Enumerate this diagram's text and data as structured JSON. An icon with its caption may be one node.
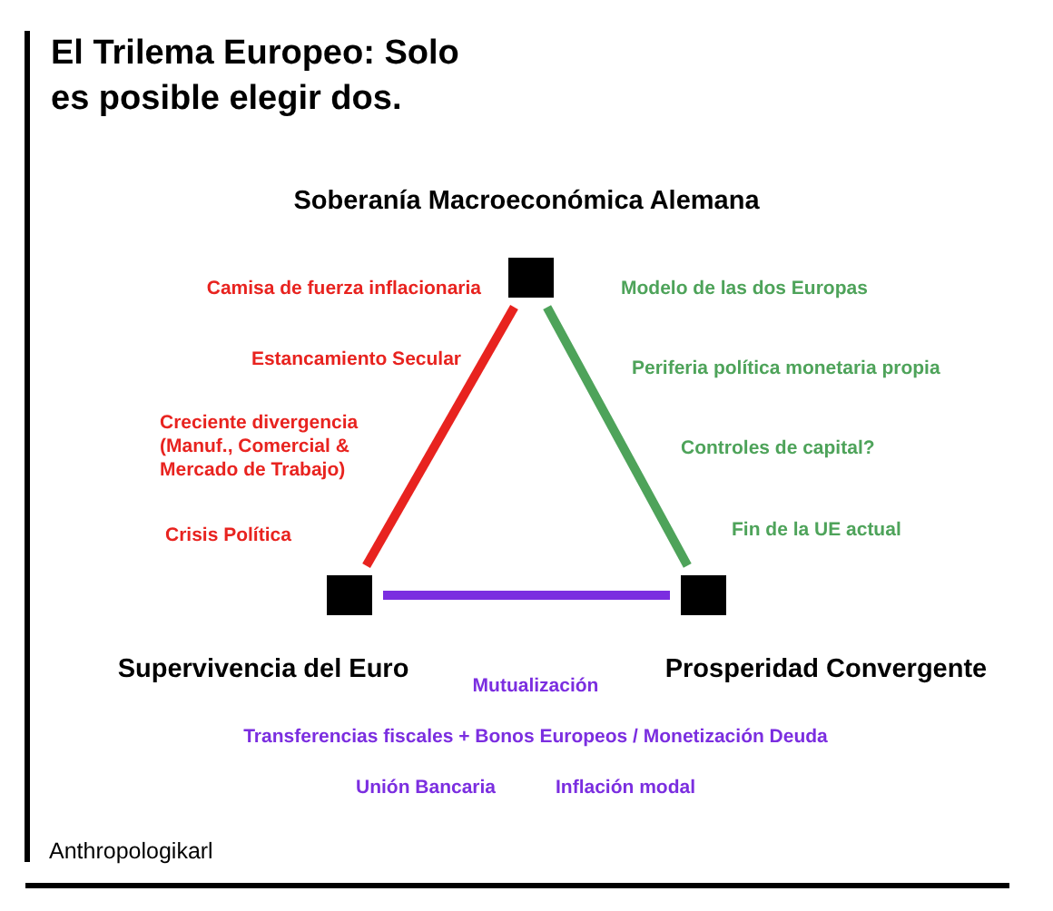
{
  "diagram": {
    "title": "El Trilema Europeo: Solo es posible elegir dos.",
    "nodes": [
      {
        "text": [],
        "shape": "box",
        "beside": [
          "Soberanía Macroeconómica Alemana"
        ]
      },
      {
        "text": [],
        "shape": "box",
        "beside": [
          "Supervivencia del Euro"
        ]
      },
      {
        "text": [],
        "shape": "box",
        "beside": [
          "Prosperidad Convergente"
        ]
      }
    ],
    "edges": [
      {
        "from": 0,
        "to": 1,
        "arrow": "none",
        "color": "#e8231f"
      },
      {
        "from": 0,
        "to": 2,
        "arrow": "none",
        "color": "#4ea35a"
      },
      {
        "from": 1,
        "to": 2,
        "arrow": "none",
        "color": "#7b2ee0"
      }
    ],
    "labels": [
      "Camisa de fuerza inflacionaria",
      "Modelo de las dos Europas",
      "Estancamiento Secular",
      "Periferia política monetaria propia",
      "Creciente divergencia (Manuf., Comercial & Mercado de Trabajo)",
      "Controles de capital?",
      "Crisis Política",
      "Fin de la UE actual",
      "Mutualización",
      "Transferencias fiscales + Bonos Europeos / Monetización Deuda",
      "Unión Bancaria",
      "Inflación modal",
      "Anthropologikarl"
    ]
  }
}
